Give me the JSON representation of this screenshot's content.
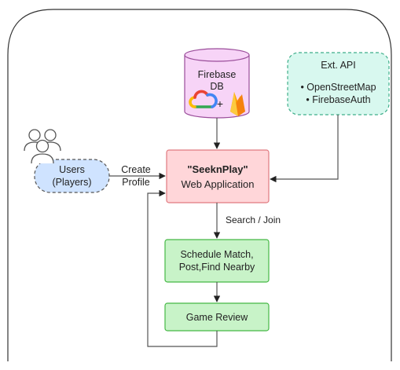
{
  "nodes": {
    "firebase": {
      "title": "Firebase",
      "subtitle": "DB",
      "plus": "+"
    },
    "ext_api": {
      "title": "Ext. API",
      "items": [
        "• OpenStreetMap",
        "• FirebaseAuth"
      ]
    },
    "users": {
      "line1": "Users",
      "line2": "(Players)"
    },
    "webapp": {
      "name": "\"SeeknPlay\"",
      "label": "Web Application"
    },
    "schedule": {
      "line1": "Schedule Match,",
      "line2": "Post,Find Nearby"
    },
    "review": {
      "label": "Game Review"
    }
  },
  "edges": {
    "create_profile": {
      "line1": "Create",
      "line2": "Profile"
    },
    "search_join": {
      "label": "Search / Join"
    }
  },
  "colors": {
    "webapp_fill": "#ffd6d9",
    "webapp_stroke": "#e07a80",
    "green_fill": "#c8f3c8",
    "green_stroke": "#45b845",
    "cyl_fill": "#f7d4f7",
    "cyl_stroke": "#9a4d9a",
    "ext_fill": "#d8f8ef",
    "ext_stroke": "#3fae8a",
    "users_fill": "#cfe3ff",
    "users_stroke": "#555555",
    "line": "#555555"
  },
  "icons": [
    "users-icon",
    "google-cloud-icon",
    "firebase-icon"
  ]
}
